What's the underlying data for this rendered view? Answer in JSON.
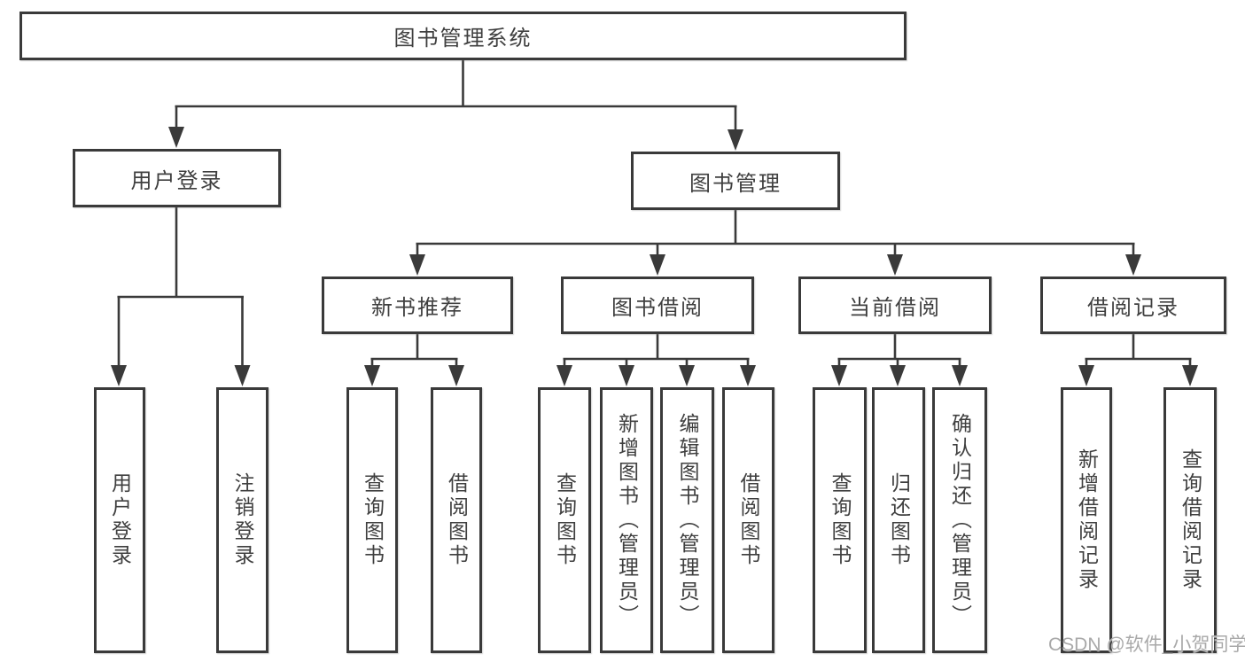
{
  "diagram_title": "图书管理系统",
  "tree": {
    "label": "图书管理系统",
    "children": [
      {
        "label": "用户登录",
        "children": [
          {
            "label": "用户登录"
          },
          {
            "label": "注销登录"
          }
        ]
      },
      {
        "label": "图书管理",
        "children": [
          {
            "label": "新书推荐",
            "children": [
              {
                "label": "查询图书"
              },
              {
                "label": "借阅图书"
              }
            ]
          },
          {
            "label": "图书借阅",
            "children": [
              {
                "label": "查询图书"
              },
              {
                "label": "新增图书（管理员）"
              },
              {
                "label": "编辑图书（管理员）"
              },
              {
                "label": "借阅图书"
              }
            ]
          },
          {
            "label": "当前借阅",
            "children": [
              {
                "label": "查询图书"
              },
              {
                "label": "归还图书"
              },
              {
                "label": "确认归还（管理员）"
              }
            ]
          },
          {
            "label": "借阅记录",
            "children": [
              {
                "label": "新增借阅记录"
              },
              {
                "label": "查询借阅记录"
              }
            ]
          }
        ]
      }
    ]
  },
  "watermark": {
    "text": "CSDN @软件_小贺同学"
  },
  "colors": {
    "line": "#3a3a3a",
    "text": "#3f3f3f",
    "background": "#ffffff",
    "watermark": "#a9a9a9"
  }
}
